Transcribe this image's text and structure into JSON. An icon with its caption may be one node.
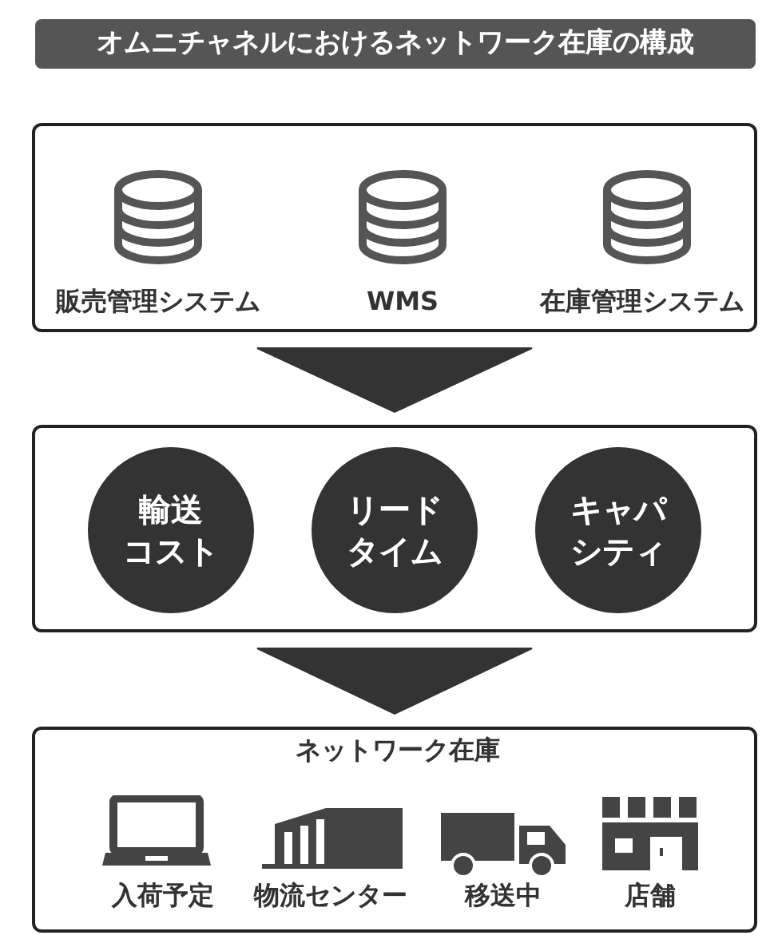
{
  "diagram": {
    "title": "オムニチャネルにおけるネットワーク在庫の構成",
    "nodes": [
      {
        "text": [],
        "shape": "box"
      },
      {
        "text": [
          "販売管理システム"
        ],
        "in": 0
      },
      {
        "text": [
          "WMS"
        ],
        "in": 0
      },
      {
        "text": [
          "在庫管理システム"
        ],
        "in": 0
      },
      {
        "text": [],
        "shape": "box"
      },
      {
        "text": [
          "輸送コスト"
        ],
        "in": 4
      },
      {
        "text": [
          "リードタイム"
        ],
        "in": 4
      },
      {
        "text": [
          "キャパシティ"
        ],
        "in": 4
      },
      {
        "text": [
          "ネットワーク在庫"
        ]
      },
      {
        "text": [
          "入荷予定"
        ],
        "in": 8
      },
      {
        "text": [
          "物流センター"
        ],
        "in": 8
      },
      {
        "text": [
          "移送中"
        ],
        "in": 8
      },
      {
        "text": [
          "店舗"
        ],
        "in": 8
      }
    ],
    "edges": [
      {
        "from": 0,
        "to": 4,
        "arrow": "to"
      },
      {
        "from": 4,
        "to": 8,
        "arrow": "to"
      }
    ]
  }
}
